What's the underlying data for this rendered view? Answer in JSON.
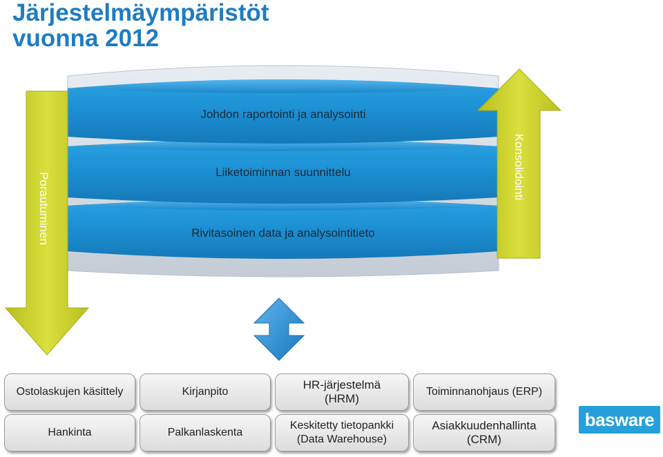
{
  "title": {
    "line1": "Järjestelmäympäristöt",
    "line2": "vuonna 2012"
  },
  "layers": [
    "Johdon raportointi ja analysointi",
    "Liiketoiminnan suunnittelu",
    "Rivitasoinen data ja analysointitieto"
  ],
  "left_arrow_label": "Porautuminen",
  "right_arrow_label": "Konsolidointi",
  "systems": [
    "Ostolaskujen käsittely",
    "Kirjanpito",
    "HR-järjestelmä\n(HRM)",
    "Toiminnanohjaus (ERP)",
    "Hankinta",
    "Palkanlaskenta",
    "Keskitetty tietopankki\n(Data Warehouse)",
    "Asiakkuudenhallinta\n(CRM)"
  ],
  "logo_text": "basware",
  "colors": {
    "title": "#1f7cc1",
    "layer": "#1b8fd2",
    "arrow": "#c8cf2a",
    "center_arrow": "#2c91d6",
    "logo": "#25a0da"
  }
}
